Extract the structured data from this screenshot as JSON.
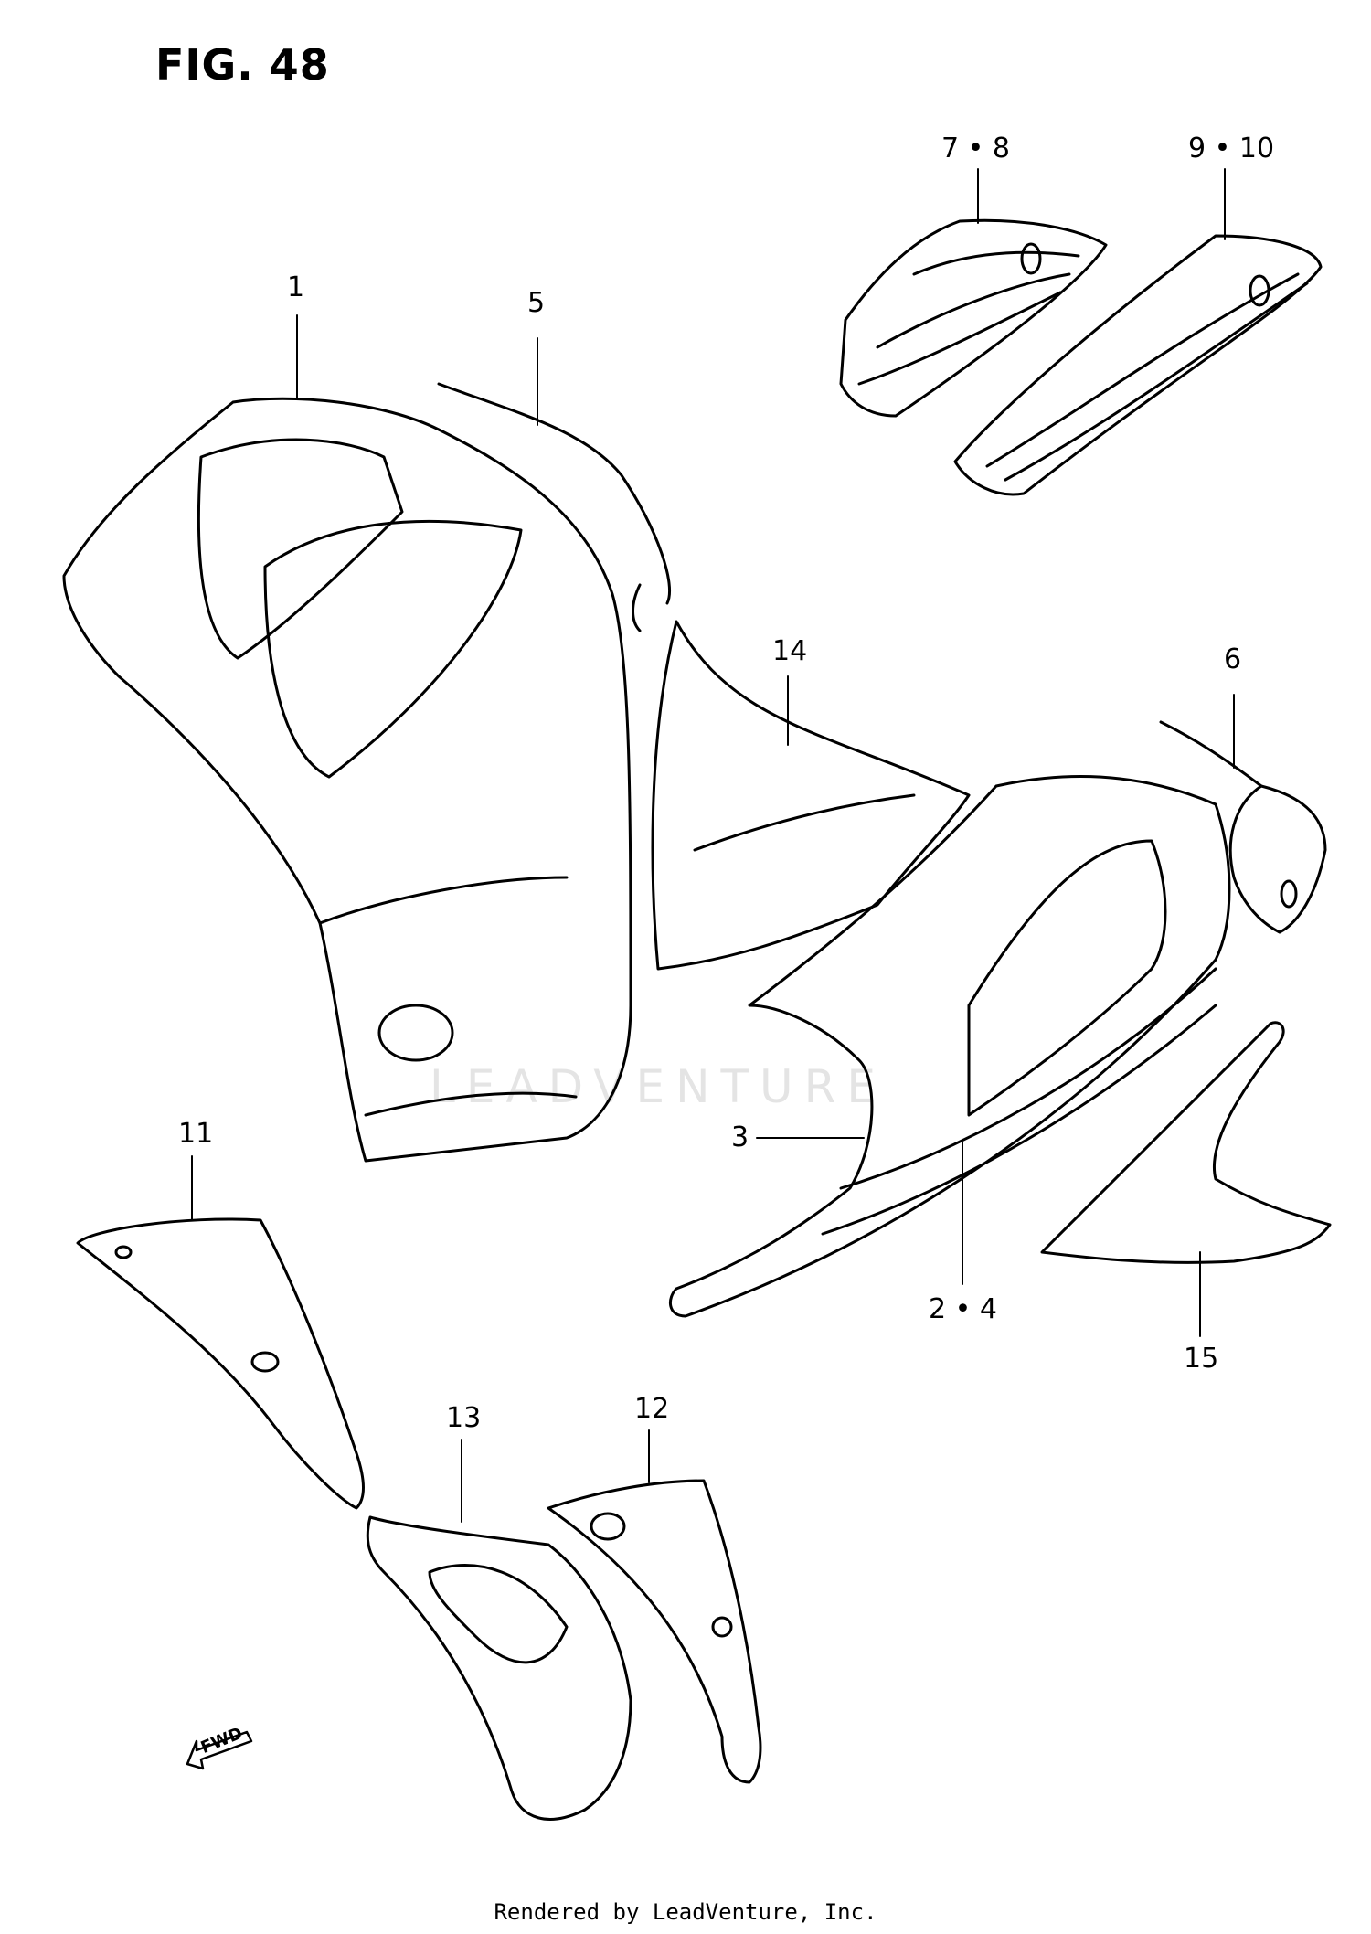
{
  "figure": {
    "title": "FIG. 48"
  },
  "callouts": [
    {
      "id": "1",
      "label": "1"
    },
    {
      "id": "5",
      "label": "5"
    },
    {
      "id": "7-8",
      "label": "7 • 8"
    },
    {
      "id": "9-10",
      "label": "9 • 10"
    },
    {
      "id": "14",
      "label": "14"
    },
    {
      "id": "6",
      "label": "6"
    },
    {
      "id": "3",
      "label": "3"
    },
    {
      "id": "2-4",
      "label": "2 • 4"
    },
    {
      "id": "15",
      "label": "15"
    },
    {
      "id": "11",
      "label": "11"
    },
    {
      "id": "12",
      "label": "12"
    },
    {
      "id": "13",
      "label": "13"
    }
  ],
  "direction_marker": {
    "label": "FWD"
  },
  "watermark": {
    "text": "LEADVENTURE"
  },
  "footer": {
    "text": "Rendered by LeadVenture, Inc."
  }
}
